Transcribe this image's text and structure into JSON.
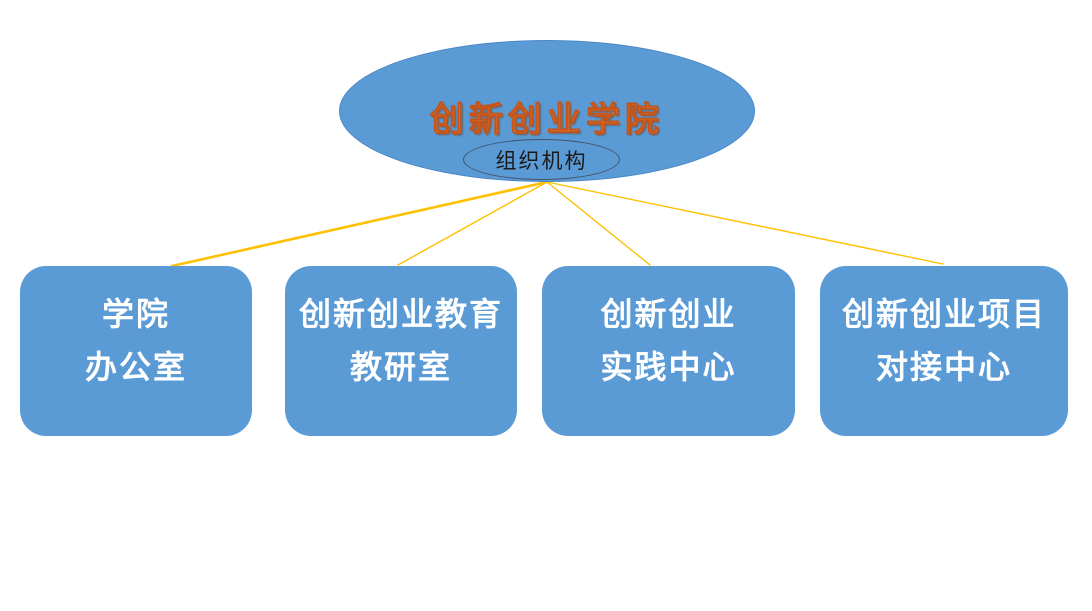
{
  "diagram": {
    "root": {
      "title": "创新创业学院",
      "subtitle": "组织机构"
    },
    "children": [
      {
        "line1": "学院",
        "line2": "办公室"
      },
      {
        "line1": "创新创业教育",
        "line2": "教研室"
      },
      {
        "line1": "创新创业",
        "line2": "实践中心"
      },
      {
        "line1": "创新创业项目",
        "line2": "对接中心"
      }
    ],
    "colors": {
      "background": "#FFFFFF",
      "node_fill": "#5B9BD5",
      "node_border": "#4A86C6",
      "node_text": "#FFFFFF",
      "root_title": "#ED7D31",
      "root_title_outline": "#C0561E",
      "subtitle_text": "#1A1A1A",
      "subtitle_border": "#44546A",
      "connector": "#FFC000"
    }
  }
}
